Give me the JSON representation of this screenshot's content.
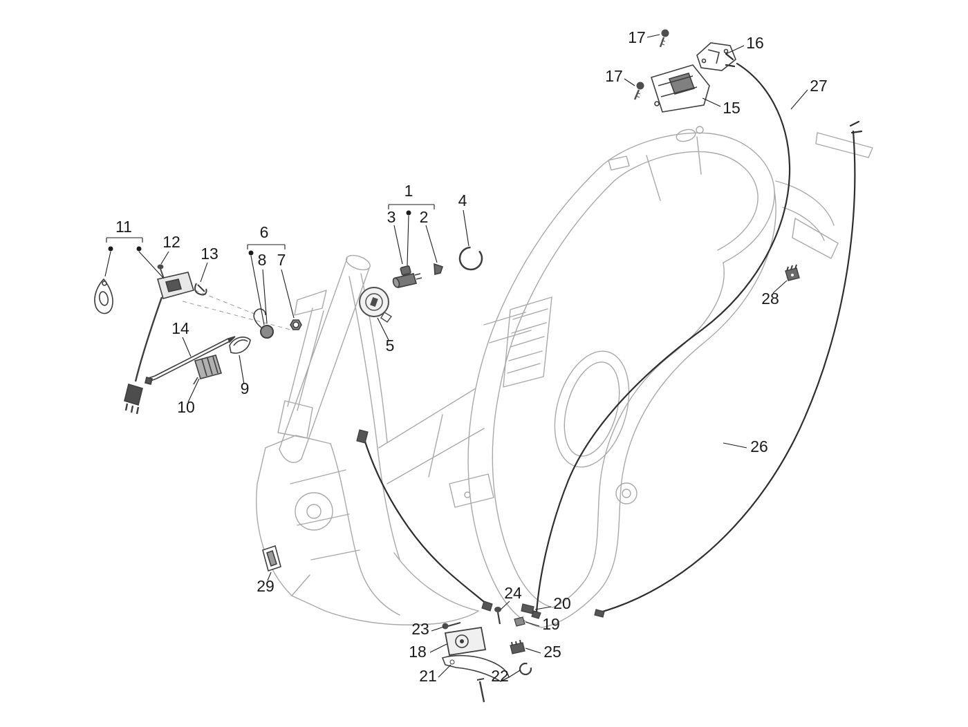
{
  "diagram": {
    "type": "exploded-parts-diagram",
    "colors": {
      "background": "#ffffff",
      "frame_line": "#a8a8a8",
      "part_line": "#3d3d3d",
      "cable": "#2e2e2e",
      "label": "#1a1a1a"
    },
    "callouts": [
      {
        "part": "17",
        "label": "17"
      },
      {
        "part": "16",
        "label": "16"
      },
      {
        "part": "17",
        "label": "17"
      },
      {
        "part": "15",
        "label": "15"
      },
      {
        "part": "27",
        "label": "27"
      },
      {
        "part": "1",
        "label": "1"
      },
      {
        "part": "3",
        "label": "3"
      },
      {
        "part": "2",
        "label": "2"
      },
      {
        "part": "4",
        "label": "4"
      },
      {
        "part": "11",
        "label": "11"
      },
      {
        "part": "12",
        "label": "12"
      },
      {
        "part": "6",
        "label": "6"
      },
      {
        "part": "13",
        "label": "13"
      },
      {
        "part": "8",
        "label": "8"
      },
      {
        "part": "7",
        "label": "7"
      },
      {
        "part": "5",
        "label": "5"
      },
      {
        "part": "28",
        "label": "28"
      },
      {
        "part": "14",
        "label": "14"
      },
      {
        "part": "9",
        "label": "9"
      },
      {
        "part": "10",
        "label": "10"
      },
      {
        "part": "26",
        "label": "26"
      },
      {
        "part": "29",
        "label": "29"
      },
      {
        "part": "24",
        "label": "24"
      },
      {
        "part": "20",
        "label": "20"
      },
      {
        "part": "23",
        "label": "23"
      },
      {
        "part": "19",
        "label": "19"
      },
      {
        "part": "18",
        "label": "18"
      },
      {
        "part": "25",
        "label": "25"
      },
      {
        "part": "21",
        "label": "21"
      },
      {
        "part": "22",
        "label": "22"
      }
    ]
  }
}
